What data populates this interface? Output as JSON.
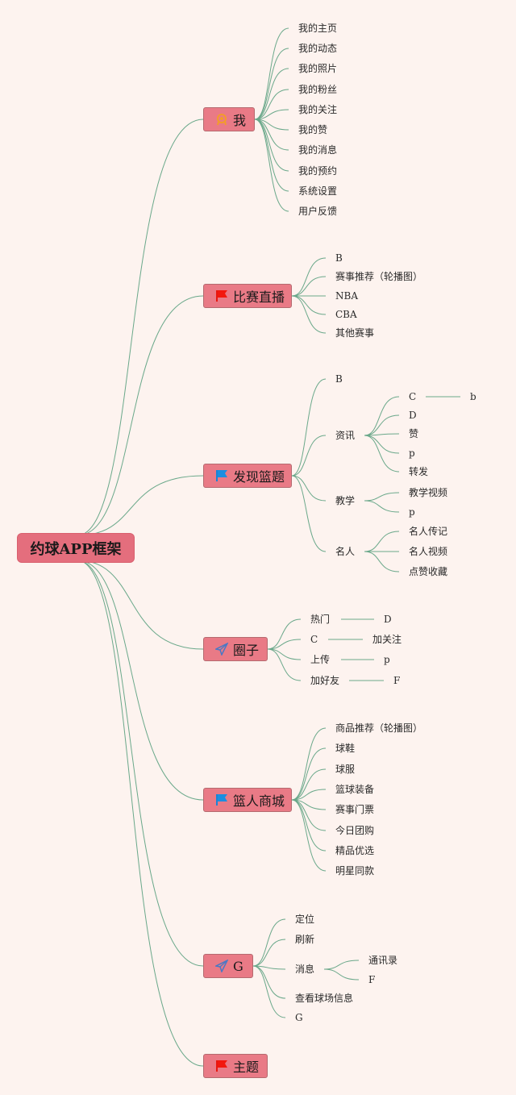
{
  "colors": {
    "background": "#fdf3ef",
    "root": "#e46e7d",
    "branch": "#e97a86",
    "link": "#6aa88a"
  },
  "root": {
    "label": "约球APP框架"
  },
  "branches": [
    {
      "label": "我",
      "icon": "award-icon",
      "children": [
        {
          "label": "我的主页"
        },
        {
          "label": "我的动态"
        },
        {
          "label": "我的照片"
        },
        {
          "label": "我的粉丝"
        },
        {
          "label": "我的关注"
        },
        {
          "label": "我的赞"
        },
        {
          "label": "我的消息"
        },
        {
          "label": "我的预约"
        },
        {
          "label": "系统设置"
        },
        {
          "label": "用户反馈"
        }
      ]
    },
    {
      "label": "比赛直播",
      "icon": "red-flag-icon",
      "children": [
        {
          "label": "B"
        },
        {
          "label": "赛事推荐（轮播图）"
        },
        {
          "label": "NBA"
        },
        {
          "label": "CBA"
        },
        {
          "label": "其他赛事"
        }
      ]
    },
    {
      "label": "发现篮题",
      "icon": "blue-flag-icon",
      "children": [
        {
          "label": "B"
        },
        {
          "label": "资讯",
          "children": [
            {
              "label": "C",
              "children": [
                {
                  "label": "b"
                }
              ]
            },
            {
              "label": "D"
            },
            {
              "label": "赞"
            },
            {
              "label": "p"
            },
            {
              "label": "转发"
            }
          ]
        },
        {
          "label": "教学",
          "children": [
            {
              "label": "教学视频"
            },
            {
              "label": "p"
            }
          ]
        },
        {
          "label": "名人",
          "children": [
            {
              "label": "名人传记"
            },
            {
              "label": "名人视频"
            },
            {
              "label": "点赞收藏"
            }
          ]
        }
      ]
    },
    {
      "label": "圈子",
      "icon": "paper-plane-icon",
      "children": [
        {
          "label": "热门",
          "children": [
            {
              "label": "D"
            }
          ]
        },
        {
          "label": "C",
          "children": [
            {
              "label": "加关注"
            }
          ]
        },
        {
          "label": "上传",
          "children": [
            {
              "label": "p"
            }
          ]
        },
        {
          "label": "加好友",
          "children": [
            {
              "label": "F"
            }
          ]
        }
      ]
    },
    {
      "label": "篮人商城",
      "icon": "blue-flag-icon",
      "children": [
        {
          "label": "商品推荐（轮播图）"
        },
        {
          "label": "球鞋"
        },
        {
          "label": "球服"
        },
        {
          "label": "篮球装备"
        },
        {
          "label": "赛事门票"
        },
        {
          "label": "今日团购"
        },
        {
          "label": "精品优选"
        },
        {
          "label": "明星同款"
        }
      ]
    },
    {
      "label": "G",
      "icon": "paper-plane-icon",
      "children": [
        {
          "label": "定位"
        },
        {
          "label": "刷新"
        },
        {
          "label": "消息",
          "children": [
            {
              "label": "通讯录"
            },
            {
              "label": "F"
            }
          ]
        },
        {
          "label": "查看球场信息"
        },
        {
          "label": "G"
        }
      ]
    },
    {
      "label": "主题",
      "icon": "red-flag-icon",
      "children": []
    }
  ]
}
